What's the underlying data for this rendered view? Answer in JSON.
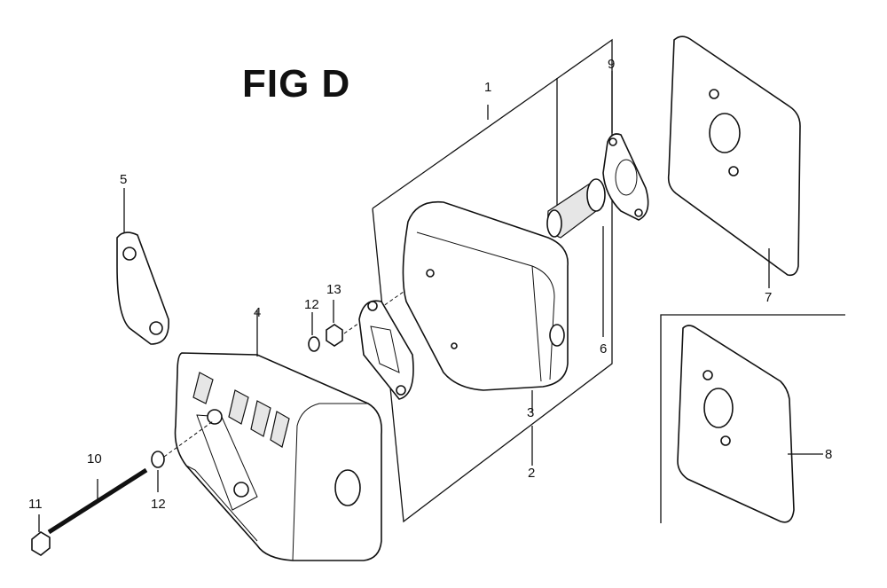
{
  "figure": {
    "title": "FIG D"
  },
  "callouts": {
    "c1": "1",
    "c2": "2",
    "c3": "3",
    "c4": "4",
    "c5": "5",
    "c6": "6",
    "c7": "7",
    "c8": "8",
    "c9": "9",
    "c10": "10",
    "c11": "11",
    "c12a": "12",
    "c12b": "12",
    "c13": "13"
  }
}
